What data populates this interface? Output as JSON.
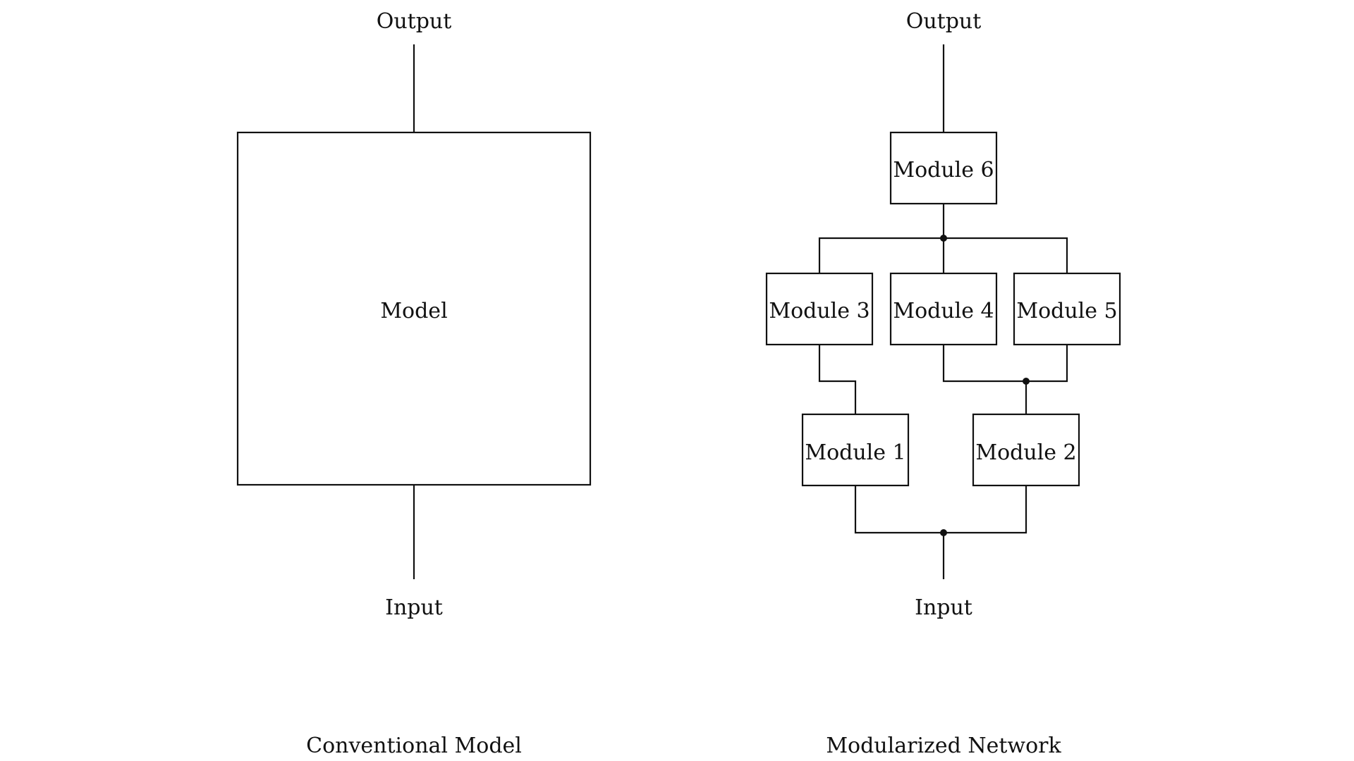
{
  "left_panel": {
    "output_label": "Output",
    "model_label": "Model",
    "input_label": "Input",
    "caption": "Conventional Model"
  },
  "right_panel": {
    "output_label": "Output",
    "modules": {
      "m1": "Module 1",
      "m2": "Module 2",
      "m3": "Module 3",
      "m4": "Module 4",
      "m5": "Module 5",
      "m6": "Module 6"
    },
    "input_label": "Input",
    "caption": "Modularized Network"
  }
}
